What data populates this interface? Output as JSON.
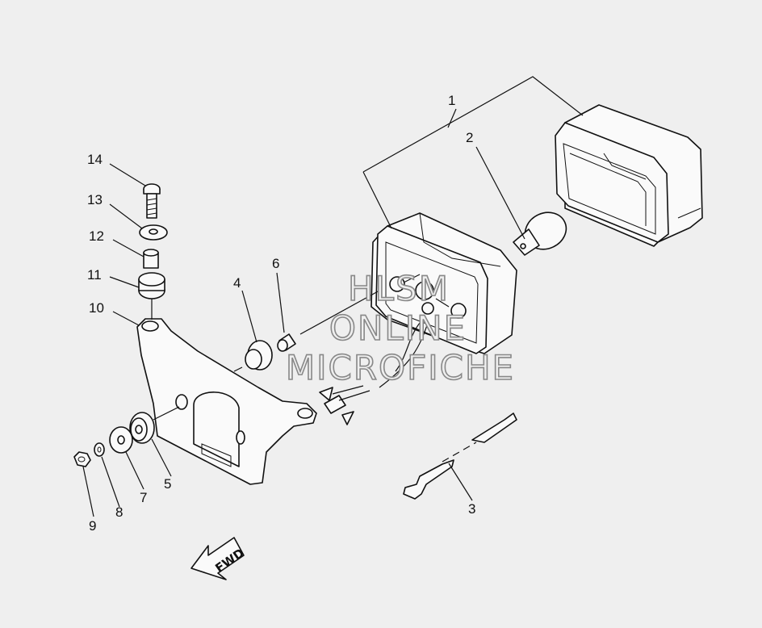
{
  "callouts": [
    {
      "id": "p1",
      "label": "1"
    },
    {
      "id": "p2",
      "label": "2"
    },
    {
      "id": "p3",
      "label": "3"
    },
    {
      "id": "p4",
      "label": "4"
    },
    {
      "id": "p5",
      "label": "5"
    },
    {
      "id": "p6",
      "label": "6"
    },
    {
      "id": "p7",
      "label": "7"
    },
    {
      "id": "p8",
      "label": "8"
    },
    {
      "id": "p9",
      "label": "9"
    },
    {
      "id": "p10",
      "label": "10"
    },
    {
      "id": "p11",
      "label": "11"
    },
    {
      "id": "p12",
      "label": "12"
    },
    {
      "id": "p13",
      "label": "13"
    },
    {
      "id": "p14",
      "label": "14"
    }
  ],
  "watermark": {
    "line1": "HLSM",
    "line2": "ONLINE",
    "line3": "MICROFICHE"
  },
  "direction_marker": {
    "label": "FWD"
  },
  "colors": {
    "background": "#efefef",
    "ink": "#111111",
    "watermark_outline": "#888888"
  }
}
